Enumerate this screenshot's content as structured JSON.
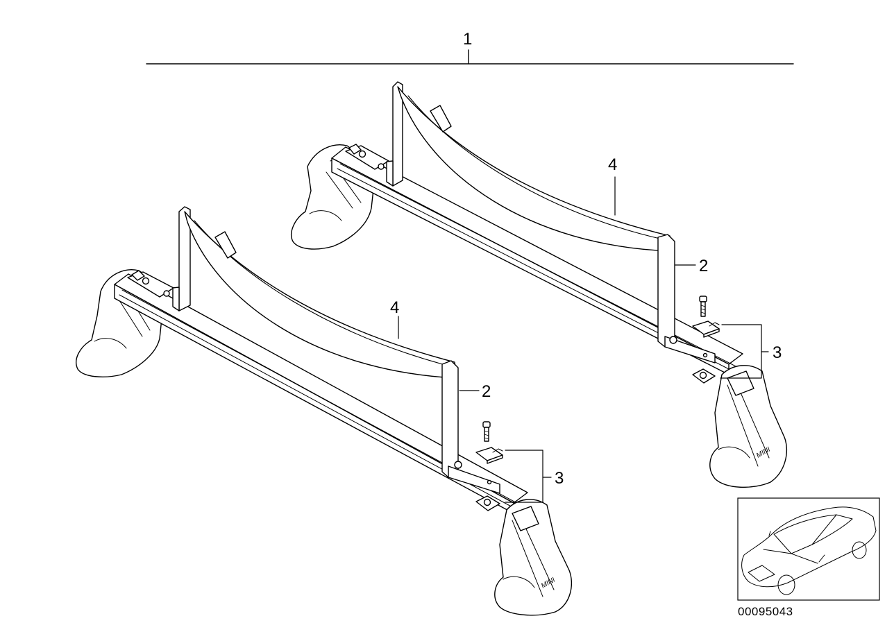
{
  "diagram": {
    "callouts": {
      "part_1": "1",
      "part_2_rear": "2",
      "part_2_front": "2",
      "part_3_rear": "3",
      "part_3_front": "3",
      "part_4_rear": "4",
      "part_4_front": "4"
    },
    "foot_brand": "MINI",
    "reference_number": "00095043"
  },
  "colors": {
    "line": "#000000",
    "background": "#ffffff"
  }
}
